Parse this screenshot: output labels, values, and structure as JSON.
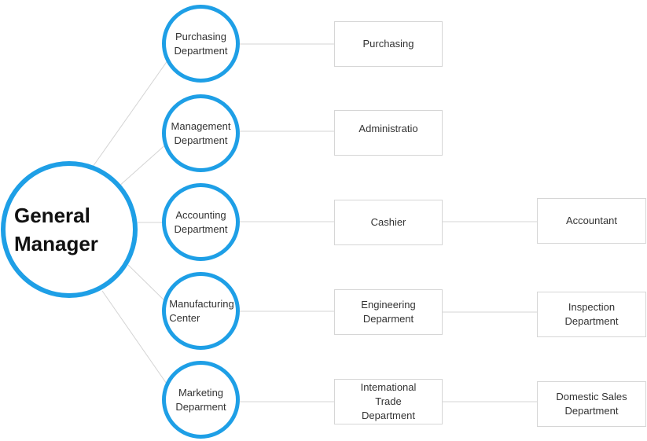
{
  "colors": {
    "accent": "#1E9FE6",
    "line": "#d4d4d4",
    "box_border": "#d6d6d6"
  },
  "root": {
    "label": "General\nManager"
  },
  "departments": [
    {
      "label": "Purchasing\nDepartment"
    },
    {
      "label": "Management\nDepartment"
    },
    {
      "label": "Accounting\nDepartment"
    },
    {
      "label": "Manufacturing\nCenter"
    },
    {
      "label": "Marketing\nDeparment"
    }
  ],
  "units": [
    {
      "label": "Purchasing"
    },
    {
      "label": "Administratio"
    },
    {
      "label": "Cashier"
    },
    {
      "label": "Engineering\nDeparment"
    },
    {
      "label": "Intemational\nTrade\nDepartment"
    }
  ],
  "subunits": [
    {
      "label": "Accountant"
    },
    {
      "label": "Inspection\nDepartment"
    },
    {
      "label": "Domestic Sales\nDepartment"
    }
  ]
}
